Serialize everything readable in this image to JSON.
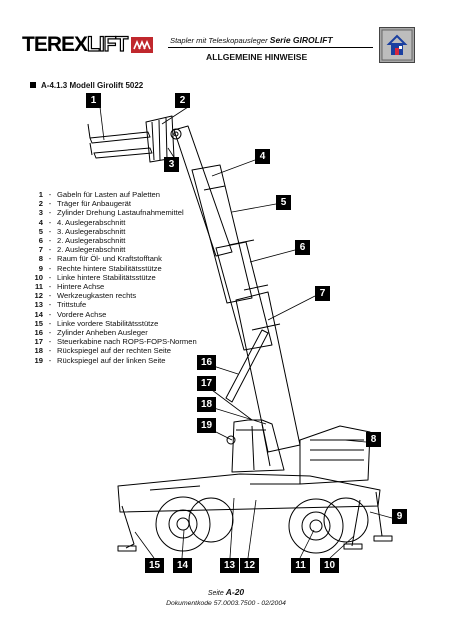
{
  "header": {
    "logo": "TEREXLIFT",
    "subtitle_prefix": "Stapler mit Teleskopausleger",
    "subtitle_series": "Serie GIROLIFT",
    "title": "ALLGEMEINE HINWEISE"
  },
  "section": {
    "title": "A-4.1.3 Modell Girolift 5022"
  },
  "legend": [
    {
      "num": "1",
      "text": "Gabeln für Lasten auf Paletten"
    },
    {
      "num": "2",
      "text": "Träger für Anbaugerät"
    },
    {
      "num": "3",
      "text": "Zylinder Drehung Lastaufnahmemittel"
    },
    {
      "num": "4",
      "text": "4. Auslegerabschnitt"
    },
    {
      "num": "5",
      "text": "3. Auslegerabschnitt"
    },
    {
      "num": "6",
      "text": "2. Auslegerabschnitt"
    },
    {
      "num": "7",
      "text": "2. Auslegerabschnitt"
    },
    {
      "num": "8",
      "text": "Raum für Öl- und Kraftstofftank"
    },
    {
      "num": "9",
      "text": "Rechte hintere Stabilitätsstütze"
    },
    {
      "num": "10",
      "text": "Linke hintere Stabilitätsstütze"
    },
    {
      "num": "11",
      "text": "Hintere Achse"
    },
    {
      "num": "12",
      "text": "Werkzeugkasten rechts"
    },
    {
      "num": "13",
      "text": "Trittstufe"
    },
    {
      "num": "14",
      "text": "Vordere Achse"
    },
    {
      "num": "15",
      "text": "Linke vordere Stabilitätsstütze"
    },
    {
      "num": "16",
      "text": "Zylinder Anheben Ausleger"
    },
    {
      "num": "17",
      "text": "Steuerkabine nach ROPS-FOPS-Normen"
    },
    {
      "num": "18",
      "text": "Rückspiegel auf der rechten Seite"
    },
    {
      "num": "19",
      "text": "Rückspiegel auf der linken Seite"
    }
  ],
  "legend_dash": "-",
  "callouts": [
    "1",
    "2",
    "3",
    "4",
    "5",
    "6",
    "7",
    "8",
    "9",
    "10",
    "11",
    "12",
    "13",
    "14",
    "15",
    "16",
    "17",
    "18",
    "19"
  ],
  "footer": {
    "page_label": "Seite",
    "page_number": "A-20",
    "doc_code": "Dokumentkode 57.0003.7500 - 02/2004"
  },
  "colors": {
    "logo_red": "#c0282d",
    "home_icon_bg": "#a8a8a8",
    "home_icon_house": "#1a3fa0"
  },
  "icons": {
    "home": "home-icon"
  }
}
